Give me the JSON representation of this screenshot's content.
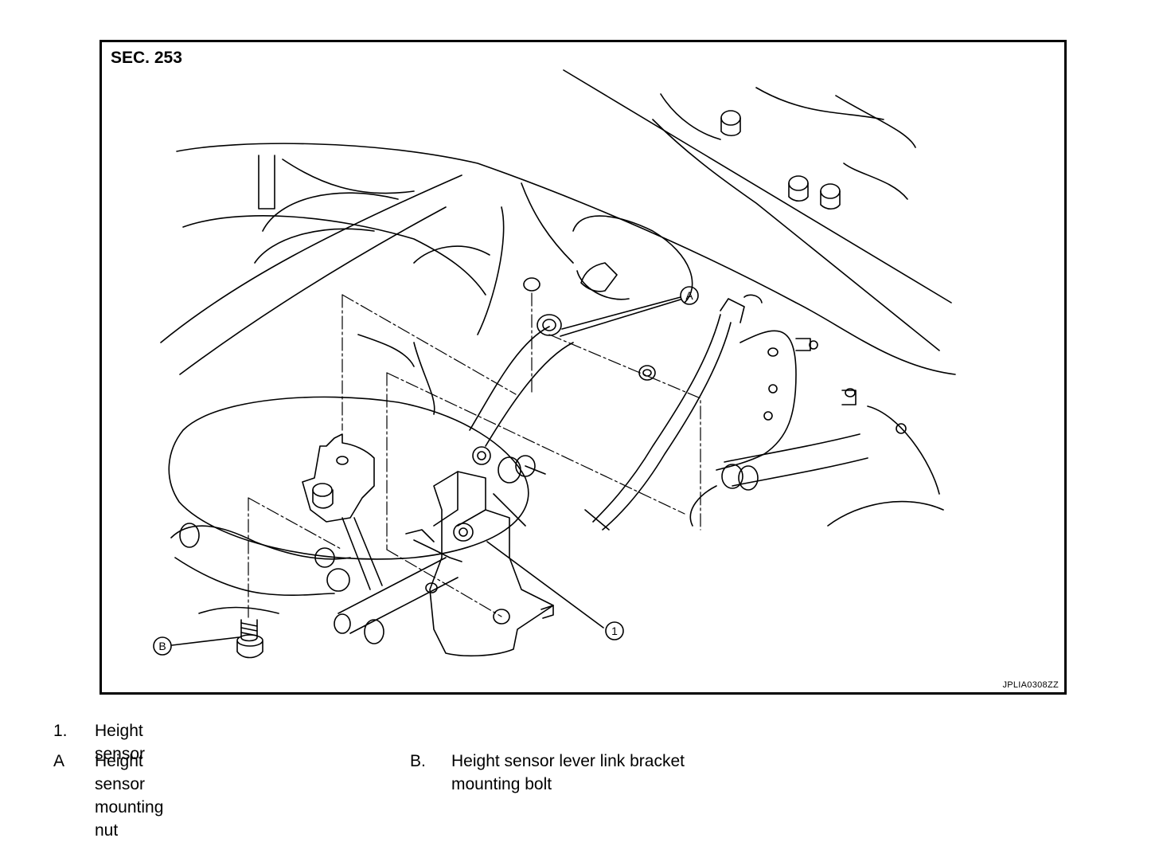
{
  "diagram": {
    "section": "SEC. 253",
    "image_code": "JPLIA0308ZZ",
    "callouts": {
      "c1": "1",
      "cA": "A",
      "cB": "B"
    }
  },
  "legend": [
    {
      "key": "1.",
      "text": "Height sensor"
    },
    {
      "key": "A",
      "text": "Height sensor mounting nut"
    },
    {
      "key": "B.",
      "text": "Height sensor lever link bracket mounting bolt"
    }
  ]
}
